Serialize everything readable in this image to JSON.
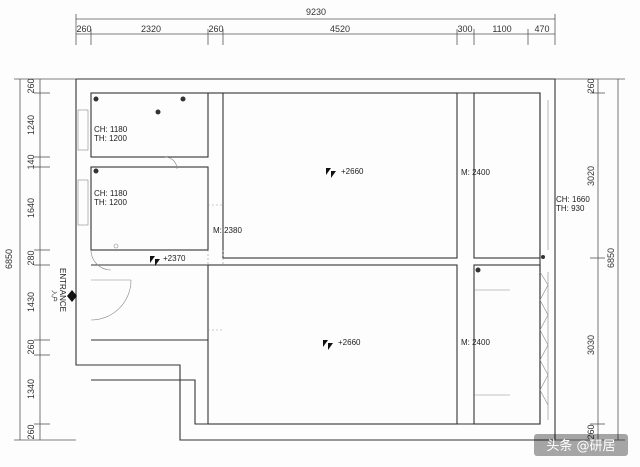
{
  "overall": {
    "top_width": "9230",
    "left_height": "6850"
  },
  "top_dims": [
    "260",
    "2320",
    "260",
    "4520",
    "300",
    "1100",
    "470"
  ],
  "left_dims": [
    "260",
    "1240",
    "140",
    "1640",
    "280",
    "1430",
    "260",
    "1340",
    "260"
  ],
  "right_dims": [
    "260",
    "3020",
    "6850",
    "3030",
    "260"
  ],
  "room_tags": {
    "r1": {
      "ch": "CH: 1180",
      "th": "TH: 1200"
    },
    "r2": {
      "ch": "CH: 1180",
      "th": "TH: 1200"
    },
    "r3": {
      "ch": "CH: 1660",
      "th": "TH: 930"
    }
  },
  "levels": {
    "upper_main": "+2660",
    "lower_main": "+2660",
    "entry": "+2370"
  },
  "marks": {
    "m_upper_right": "M: 2400",
    "m_lower_right": "M: 2400",
    "m_corridor": "M: 2380"
  },
  "entrance": {
    "label": "ENTRANCE",
    "sub": "入户"
  },
  "watermark": "头条 @研居"
}
